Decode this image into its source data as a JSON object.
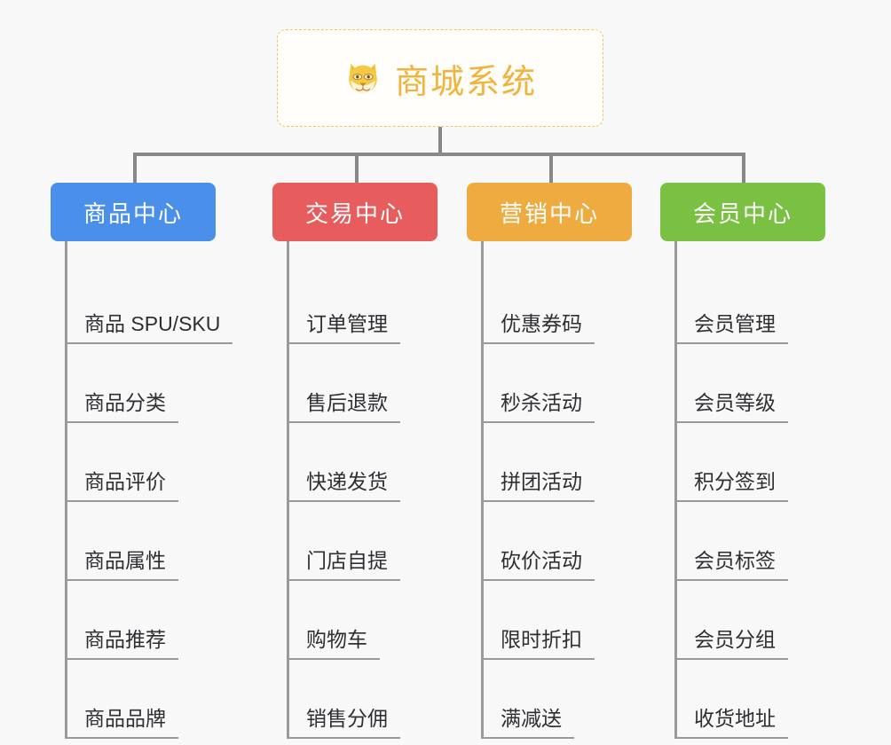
{
  "diagram": {
    "type": "mindmap-tree",
    "background_color": "#f8f8f8",
    "root": {
      "title": "商城系统",
      "icon": "shiba-dog-face-icon",
      "border_color": "#f0c264",
      "text_color": "#f2b33d",
      "background_color": "#fffefb"
    },
    "connector_color": "#888888",
    "leaf_line_color": "#9a9a9a",
    "leaf_text_color": "#2f2f33",
    "columns": [
      {
        "id": "product-center",
        "label": "商品中心",
        "color": "#4a90ea",
        "items": [
          "商品 SPU/SKU",
          "商品分类",
          "商品评价",
          "商品属性",
          "商品推荐",
          "商品品牌"
        ]
      },
      {
        "id": "trade-center",
        "label": "交易中心",
        "color": "#e75c5c",
        "items": [
          "订单管理",
          "售后退款",
          "快递发货",
          "门店自提",
          "购物车",
          "销售分佣"
        ]
      },
      {
        "id": "marketing-center",
        "label": "营销中心",
        "color": "#eeac40",
        "items": [
          "优惠券码",
          "秒杀活动",
          "拼团活动",
          "砍价活动",
          "限时折扣",
          "满减送"
        ]
      },
      {
        "id": "member-center",
        "label": "会员中心",
        "color": "#7ac143",
        "items": [
          "会员管理",
          "会员等级",
          "积分签到",
          "会员标签",
          "会员分组",
          "收货地址"
        ]
      }
    ]
  }
}
